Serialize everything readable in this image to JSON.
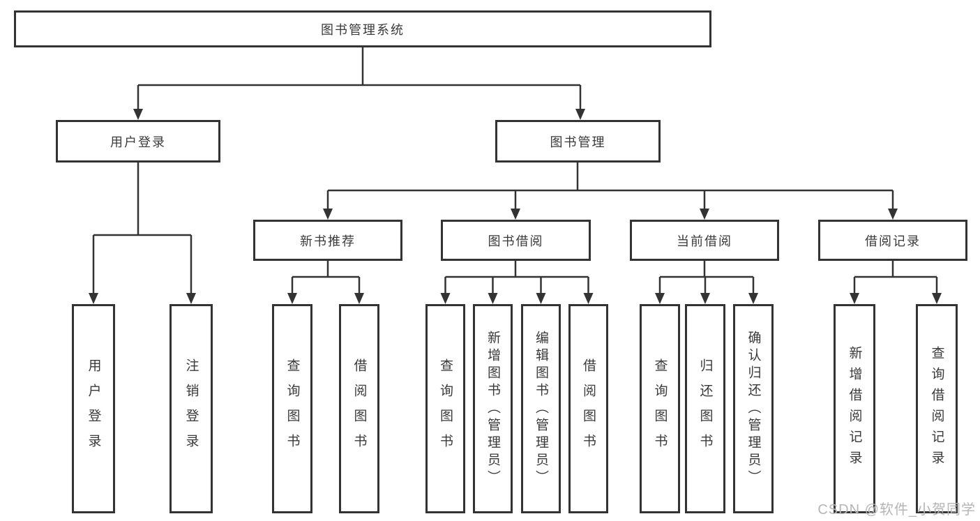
{
  "tree": {
    "root": "图书管理系统",
    "children": [
      {
        "label": "用户登录",
        "children": [
          {
            "label": "用户登录"
          },
          {
            "label": "注销登录"
          }
        ]
      },
      {
        "label": "图书管理",
        "children": [
          {
            "label": "新书推荐",
            "children": [
              {
                "label": "查询图书"
              },
              {
                "label": "借阅图书"
              }
            ]
          },
          {
            "label": "图书借阅",
            "children": [
              {
                "label": "查询图书"
              },
              {
                "label": "新增图书（管理员）"
              },
              {
                "label": "编辑图书（管理员）"
              },
              {
                "label": "借阅图书"
              }
            ]
          },
          {
            "label": "当前借阅",
            "children": [
              {
                "label": "查询图书"
              },
              {
                "label": "归还图书"
              },
              {
                "label": "确认归还（管理员）"
              }
            ]
          },
          {
            "label": "借阅记录",
            "children": [
              {
                "label": "新增借阅记录"
              },
              {
                "label": "查询借阅记录"
              }
            ]
          }
        ]
      }
    ]
  },
  "watermark": {
    "text": "CSDN @软件_小贺同学"
  },
  "colors": {
    "line": "#333333",
    "box_border": "#333333",
    "text": "#3a3a3a",
    "watermark": "#b5b5b5",
    "background": "#ffffff"
  }
}
